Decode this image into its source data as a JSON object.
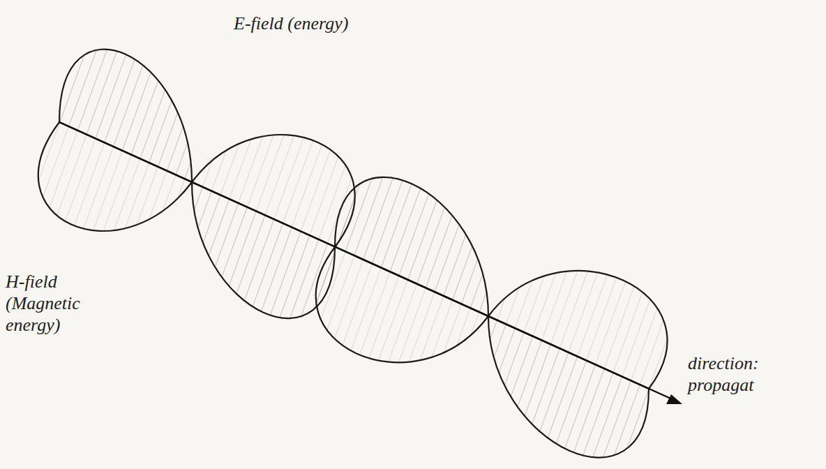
{
  "diagram": {
    "labels": [
      "E-field (energy)",
      "H-field (Magnetic energy)",
      "direction: propagat"
    ]
  }
}
